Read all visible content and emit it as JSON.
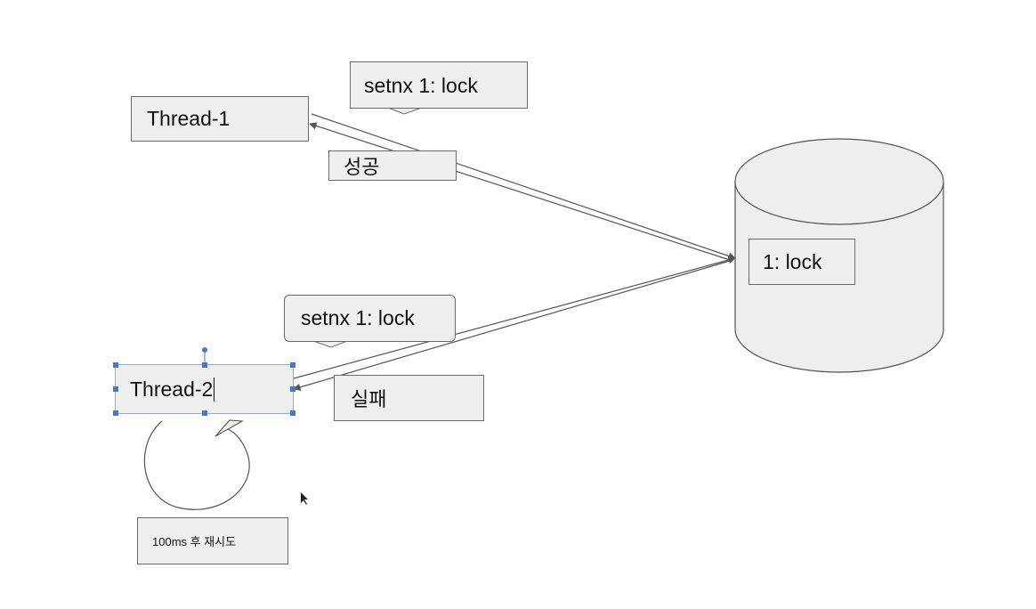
{
  "diagram": {
    "thread1": {
      "label": "Thread-1"
    },
    "thread2": {
      "label": "Thread-2"
    },
    "callout1": {
      "text": "setnx 1: lock"
    },
    "callout2": {
      "text": "setnx 1: lock"
    },
    "success": {
      "text": "성공"
    },
    "failure": {
      "text": "실패"
    },
    "database": {
      "value": "1: lock"
    },
    "retry": {
      "text": "100ms 후 재시도"
    }
  },
  "colors": {
    "box_fill": "#efefef",
    "stroke": "#555555",
    "selection": "#4a76c9"
  }
}
